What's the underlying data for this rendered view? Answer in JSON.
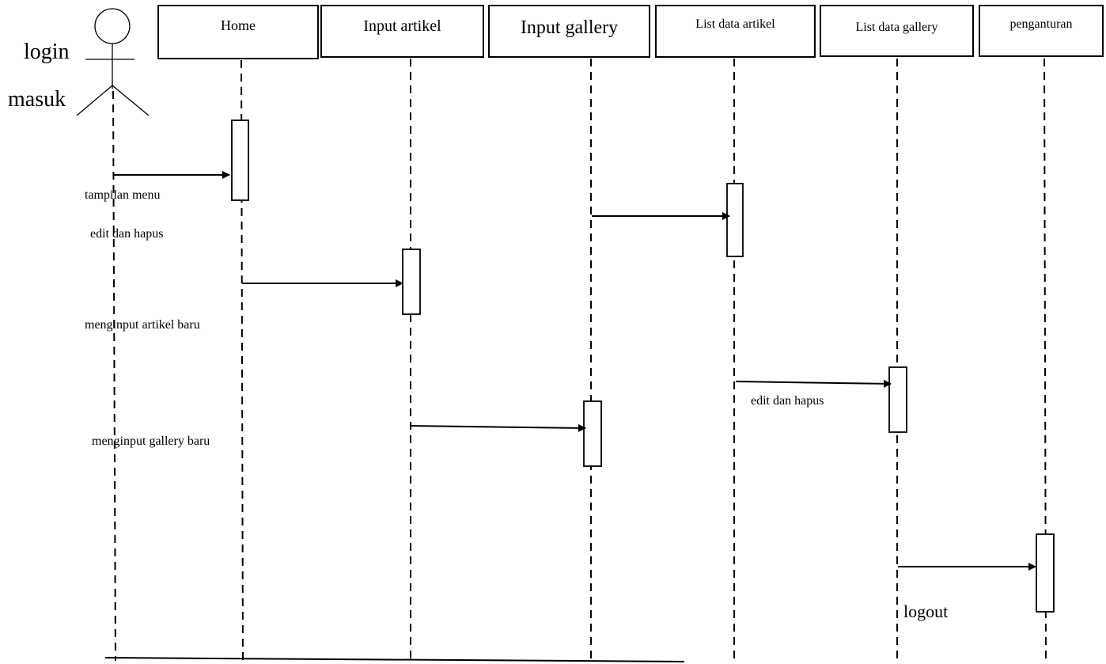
{
  "actor": {
    "label_top": "login",
    "label_bottom": "masuk"
  },
  "lifelines": [
    {
      "id": "home",
      "label": "Home"
    },
    {
      "id": "input-artikel",
      "label": "Input artikel"
    },
    {
      "id": "input-gallery",
      "label": "Input gallery"
    },
    {
      "id": "list-data-artikel",
      "label": "List data artikel"
    },
    {
      "id": "list-data-gallery",
      "label": "List data gallery"
    },
    {
      "id": "penganturan",
      "label": "penganturan"
    }
  ],
  "messages": {
    "tampilan_menu": "tampilan menu",
    "edit_dan_hapus_left": "edit dan hapus",
    "menginput_artikel_baru": "menginput artikel baru",
    "edit_dan_hapus_right": "edit dan hapus",
    "menginput_gallery_baru": "menginput gallery baru",
    "logout": "logout"
  }
}
